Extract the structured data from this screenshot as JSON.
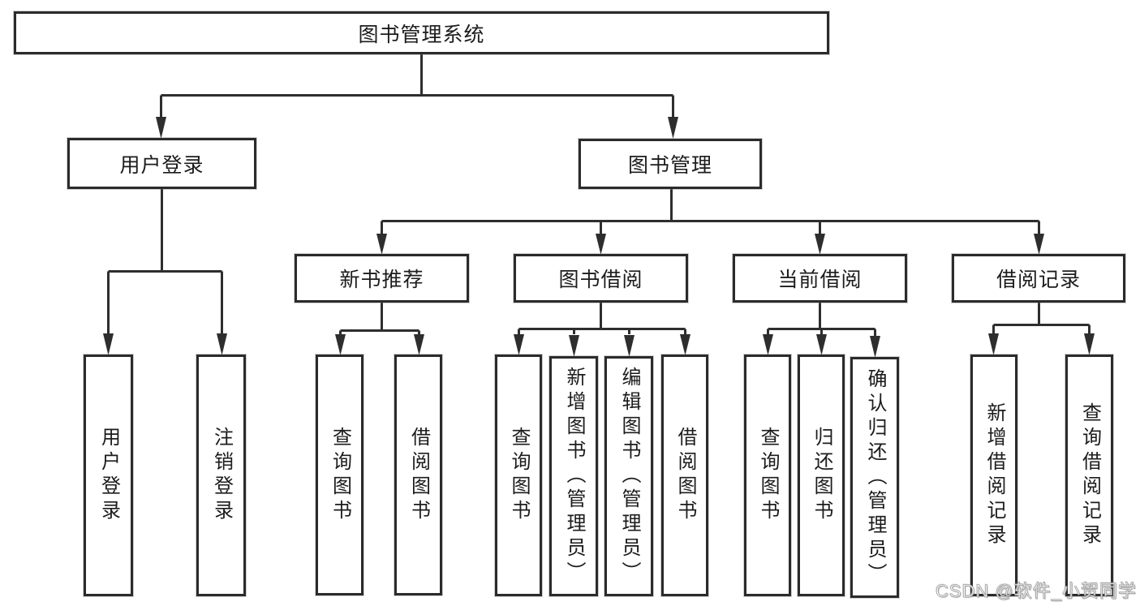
{
  "diagram_type": "hierarchy-diagram",
  "colors": {
    "background": "#ffffff",
    "line": "#2e2e2e",
    "box_border": "#2b2b2b",
    "text": "#1c1c1c",
    "watermark_fill": "#fdfdfd",
    "watermark_outline": "#9a9a9a"
  },
  "watermark": {
    "text": "CSDN @软件_小贺同学"
  },
  "nodes": {
    "root": "图书管理系统",
    "user_login": "用户登录",
    "book_management": "图书管理",
    "new_book_recommend": "新书推荐",
    "book_borrowing": "图书借阅",
    "current_borrowing": "当前借阅",
    "borrowing_records": "借阅记录",
    "leaf_user_login": "用户登录",
    "leaf_logout": "注销登录",
    "leaf_query_books_recommend": "查询图书",
    "leaf_borrow_books_recommend": "借阅图书",
    "leaf_query_books_borrowing": "查询图书",
    "leaf_add_books_admin": "新增图书（管理员）",
    "leaf_edit_books_admin": "编辑图书（管理员）",
    "leaf_borrow_books_borrowing": "借阅图书",
    "leaf_query_books_current": "查询图书",
    "leaf_return_books": "归还图书",
    "leaf_confirm_return_admin": "确认归还（管理员）",
    "leaf_add_borrow_record": "新增借阅记录",
    "leaf_query_borrow_record": "查询借阅记录"
  },
  "edges": [
    [
      "图书管理系统",
      "用户登录"
    ],
    [
      "图书管理系统",
      "图书管理"
    ],
    [
      "用户登录",
      "用户登录"
    ],
    [
      "用户登录",
      "注销登录"
    ],
    [
      "图书管理",
      "新书推荐"
    ],
    [
      "图书管理",
      "图书借阅"
    ],
    [
      "图书管理",
      "当前借阅"
    ],
    [
      "图书管理",
      "借阅记录"
    ],
    [
      "新书推荐",
      "查询图书"
    ],
    [
      "新书推荐",
      "借阅图书"
    ],
    [
      "图书借阅",
      "查询图书"
    ],
    [
      "图书借阅",
      "新增图书（管理员）"
    ],
    [
      "图书借阅",
      "编辑图书（管理员）"
    ],
    [
      "图书借阅",
      "借阅图书"
    ],
    [
      "当前借阅",
      "查询图书"
    ],
    [
      "当前借阅",
      "归还图书"
    ],
    [
      "当前借阅",
      "确认归还（管理员）"
    ],
    [
      "借阅记录",
      "新增借阅记录"
    ],
    [
      "借阅记录",
      "查询借阅记录"
    ]
  ]
}
